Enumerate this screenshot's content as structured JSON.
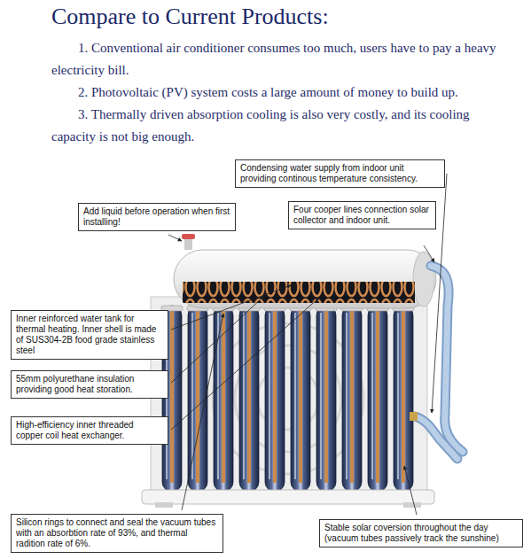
{
  "diagram": {
    "title": "Compare to Current Products:",
    "nodes": [
      {
        "text": [
          "Condensing water supply from indoor unit providing continous temperature consistency."
        ]
      },
      {
        "text": [
          "Add liquid before operation when first installing!"
        ]
      },
      {
        "text": [
          "Four cooper lines connection solar collector and indoor unit."
        ]
      },
      {
        "text": [
          "Inner reinforced water tank for thermal heating. Inner shell is made of SUS304-2B food grade stainless steel"
        ]
      },
      {
        "text": [
          "55mm polyurethane insulation providing good heat storation."
        ]
      },
      {
        "text": [
          "High-efficiency inner threaded copper coil heat exchanger."
        ]
      },
      {
        "text": [
          "Silicon rings to connect and seal the vacuum tubes with an absorbtion rate of 93%, and thermal radition rate of 6%."
        ]
      },
      {
        "text": [
          "Stable solar coversion throughout the day (vacuum tubes passively track the sunshine)"
        ]
      }
    ],
    "labels": [
      "1. Conventional air conditioner consumes too much, users have to pay a heavy electricity bill.",
      "2. Photovoltaic (PV) system costs a large amount of money to build up.",
      "3. Thermally driven absorption cooling is also very costly, and its cooling capacity is not big enough."
    ]
  }
}
